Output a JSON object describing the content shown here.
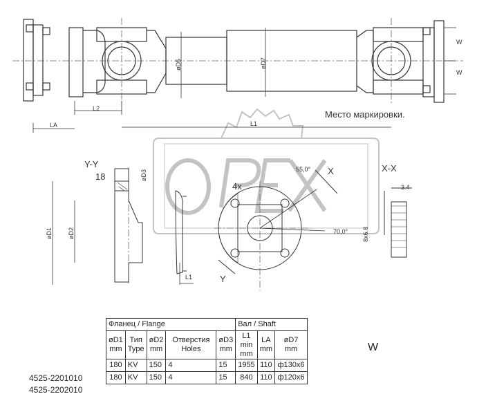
{
  "drawing": {
    "note": "Место маркировки.",
    "labels": {
      "d5": "øD5",
      "d7": "øD7",
      "l2": "L2",
      "la": "LA",
      "l1": "L1",
      "w1": "W",
      "w2": "W",
      "yy": "Y-Y",
      "n18": "18",
      "d3": "øD3",
      "d1": "øD1",
      "d2": "øD2",
      "l1b": "L1",
      "x4": "4x",
      "a55": "55,0°",
      "a70": "70,0°",
      "x": "X",
      "y": "Y",
      "xx": "X-X",
      "s34": "3.4",
      "s8x": "8x6.8"
    },
    "watermark": "OPEX"
  },
  "table": {
    "group_flange": "Фланец / Flange",
    "group_shaft": "Вал / Shaft",
    "headers": [
      {
        "a": "øD1",
        "b": "mm"
      },
      {
        "a": "Тип",
        "b": "Type"
      },
      {
        "a": "øD2",
        "b": "mm"
      },
      {
        "a": "Отверстия",
        "b": "Holes"
      },
      {
        "a": "øD3",
        "b": "mm"
      },
      {
        "a": "L1",
        "b": "min",
        "c": "mm"
      },
      {
        "a": "LA",
        "b": "mm"
      },
      {
        "a": "øD7",
        "b": "mm"
      }
    ],
    "w_label": "W",
    "rows": [
      {
        "part": "4525-2201010",
        "d1": "180",
        "type": "KV",
        "d2": "150",
        "holes": "4",
        "d3": "15",
        "l1": "1955",
        "la": "110",
        "d7": "ф130x6"
      },
      {
        "part": "4525-2202010",
        "d1": "180",
        "type": "KV",
        "d2": "150",
        "holes": "4",
        "d3": "15",
        "l1": "840",
        "la": "110",
        "d7": "ф120x6"
      }
    ]
  }
}
